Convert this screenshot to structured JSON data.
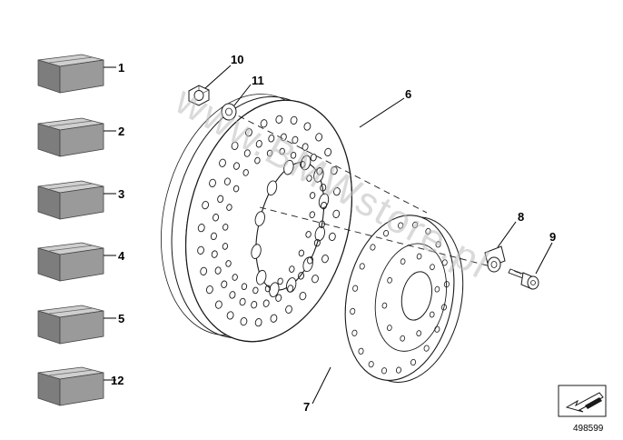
{
  "diagram": {
    "watermark": "www.BMWstore.pl",
    "diagram_id": "498599",
    "colors": {
      "line": "#1a1a1a",
      "box_top": "#cfcfcf",
      "box_front": "#9a9a9a",
      "box_side": "#7d7d7d",
      "background": "#ffffff"
    },
    "kit_boxes": [
      {
        "label": "1"
      },
      {
        "label": "2"
      },
      {
        "label": "3"
      },
      {
        "label": "4"
      },
      {
        "label": "5"
      },
      {
        "label": "12"
      }
    ],
    "callouts": {
      "nut": "10",
      "washer": "11",
      "brake_disc": "6",
      "carrier": "7",
      "bushing": "8",
      "bolt": "9"
    },
    "icons": {
      "nav": "arrow-navigation-icon"
    }
  }
}
